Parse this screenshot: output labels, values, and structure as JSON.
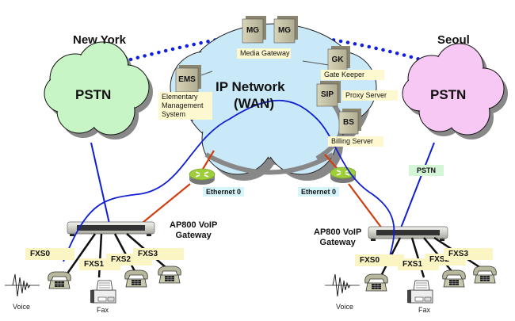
{
  "diagram": {
    "cities": {
      "left": "New York",
      "right": "Seoul"
    },
    "pstn_clouds": {
      "left": {
        "label": "PSTN",
        "color": "#c8f5c6"
      },
      "right": {
        "label": "PSTN",
        "color": "#f8c8f4"
      }
    },
    "ip_network": {
      "line1": "IP Network",
      "line2": "(WAN)",
      "color": "#c9e9f8"
    },
    "servers": [
      {
        "code": "MG",
        "id": "mg1"
      },
      {
        "code": "MG",
        "id": "mg2"
      },
      {
        "code": "GK",
        "id": "gk"
      },
      {
        "code": "EMS",
        "id": "ems"
      },
      {
        "code": "SIP",
        "id": "sip"
      },
      {
        "code": "BS",
        "id": "bs"
      }
    ],
    "server_labels": {
      "media_gateway": "Media Gateway",
      "gate_keeper": "Gate Keeper",
      "ems_line1": "Elementary",
      "ems_line2": "Management",
      "ems_line3": "System",
      "proxy_server": "Proxy Server",
      "billing_server": "Billing Server"
    },
    "routers": {
      "left_label": "Ethernet 0",
      "right_label": "Ethernet 0"
    },
    "pstn_link_label": "PSTN",
    "gateways": {
      "left": {
        "line1": "AP800 VoIP",
        "line2": "Gateway"
      },
      "right": {
        "line1": "AP800 VoIP",
        "line2": "Gateway"
      }
    },
    "ports": {
      "left": [
        "FXS0",
        "FXS1",
        "FXS2",
        "FXS3"
      ],
      "right": [
        "FXS0",
        "FXS1",
        "FXS2",
        "FXS3"
      ]
    },
    "devices": {
      "voice": "Voice",
      "fax": "Fax"
    },
    "colors": {
      "voice_path": "#1020d0",
      "ethernet_link": "#d04010",
      "trunk_dots": "#1020e0",
      "server_box": "#c8c4a8"
    }
  }
}
